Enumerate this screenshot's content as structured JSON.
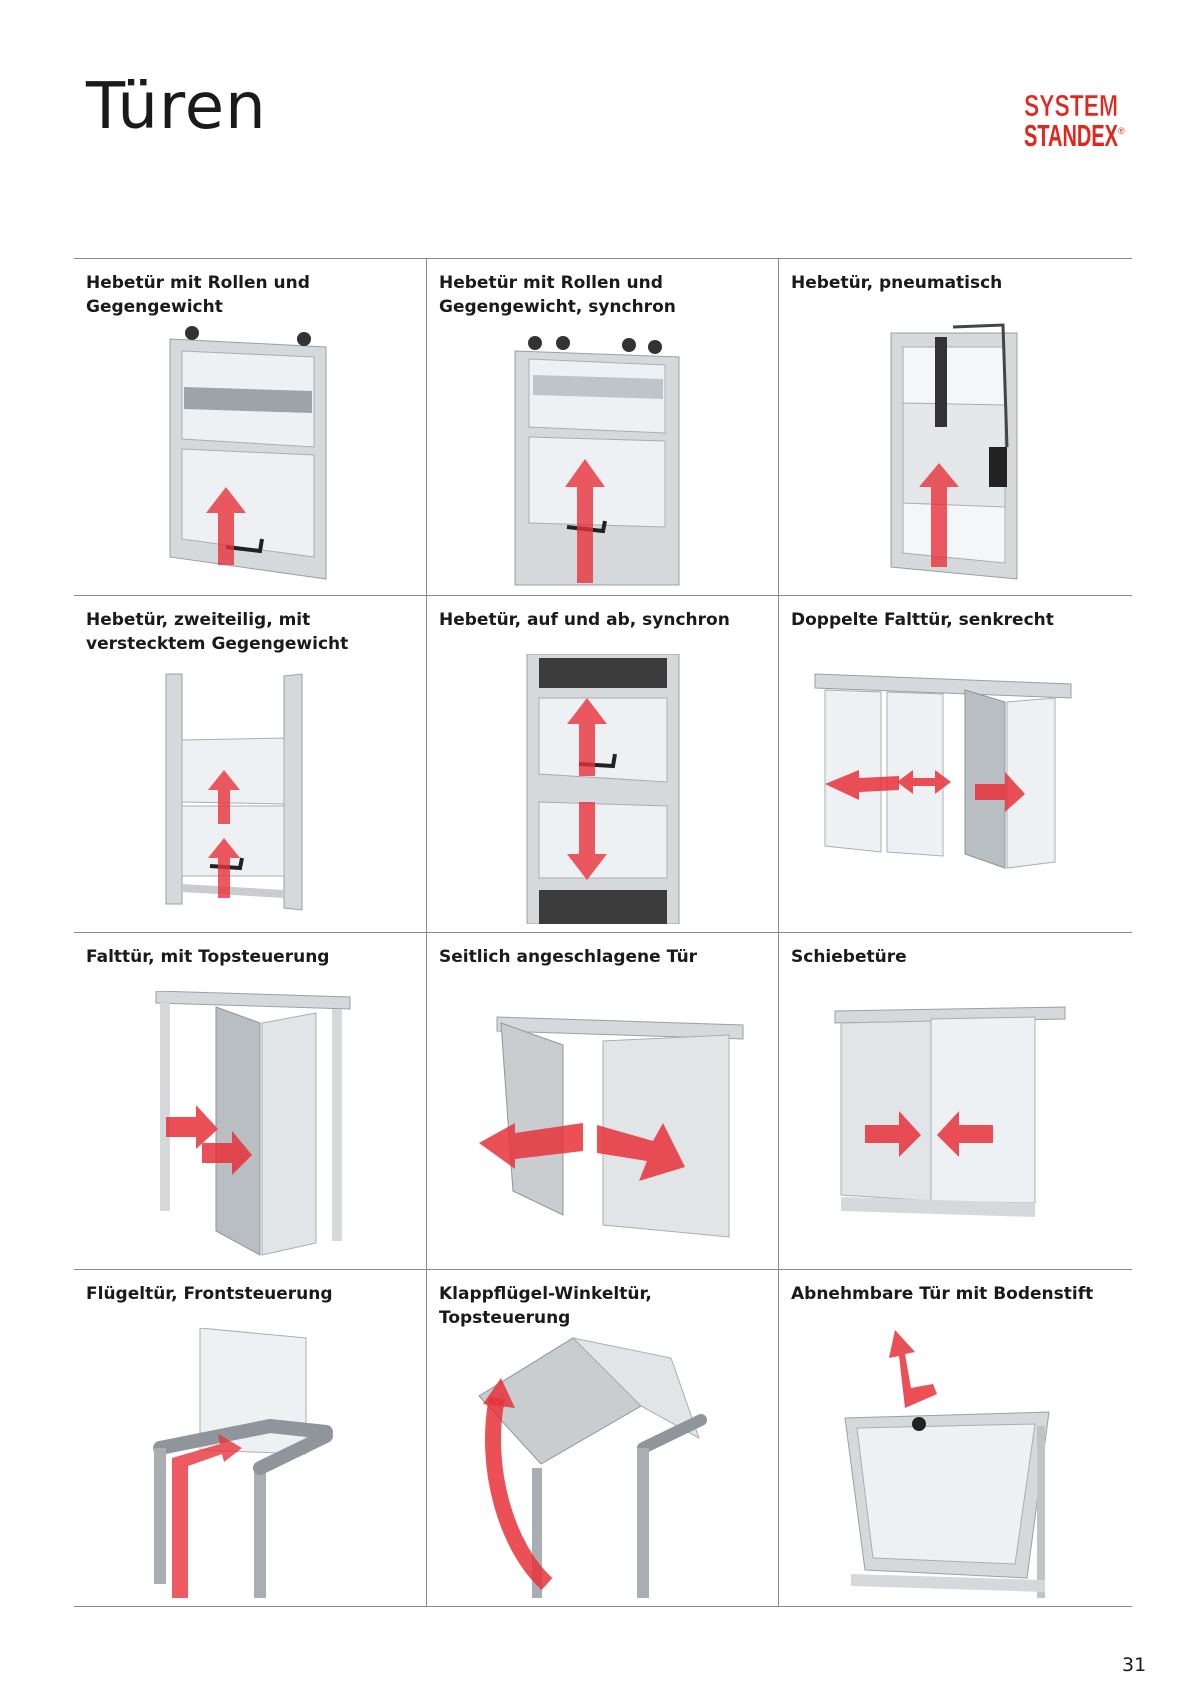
{
  "page": {
    "title": "Türen",
    "page_number": "31"
  },
  "brand": {
    "line1": "SYSTEM",
    "line2": "STANDEX",
    "mark": "®",
    "color": "#e1261c"
  },
  "colors": {
    "arrow": "#e8313a",
    "frame": "#d6d9dc",
    "glass": "#eef1f3",
    "dark_panel": "#3c3c3c",
    "rule": "#8a8a8a"
  },
  "cells": [
    {
      "label": "Hebetür mit Rollen und Gegengewicht",
      "icon": "lift-door-rollers-icon"
    },
    {
      "label": "Hebetür mit Rollen und Gegengewicht, synchron",
      "icon": "lift-door-rollers-synchronous-icon"
    },
    {
      "label": "Hebetür, pneumatisch",
      "icon": "pneumatic-lift-door-icon"
    },
    {
      "label": "Hebetür, zweiteilig, mit verstecktem Gegengewicht",
      "icon": "two-part-lift-door-icon"
    },
    {
      "label": "Hebetür, auf und ab, synchron",
      "icon": "up-down-synchronous-door-icon"
    },
    {
      "label": "Doppelte Falttür, senkrecht",
      "icon": "double-folding-door-icon"
    },
    {
      "label": "Falttür, mit Topsteuerung",
      "icon": "folding-door-top-guide-icon"
    },
    {
      "label": "Seitlich angeschlagene Tür",
      "icon": "side-hinged-door-icon"
    },
    {
      "label": "Schiebetüre",
      "icon": "sliding-door-icon"
    },
    {
      "label": "Flügeltür, Frontsteuerung",
      "icon": "wing-door-front-control-icon"
    },
    {
      "label": "Klappflügel-Winkeltür, Topsteuerung",
      "icon": "folding-wing-angle-door-icon"
    },
    {
      "label": "Abnehmbare Tür mit Bodenstift",
      "icon": "removable-door-floor-pin-icon"
    }
  ]
}
